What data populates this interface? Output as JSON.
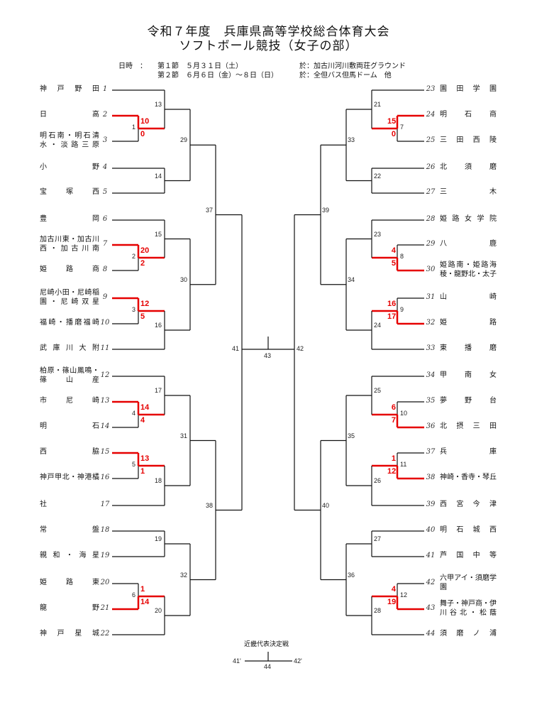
{
  "header": {
    "title1": "令和７年度　兵庫県高等学校総合体育大会",
    "title2": "ソフトボール競技（女子の部）"
  },
  "schedule": {
    "label": "日時　：",
    "row1_day": "第１節　５月３１日（土）",
    "row1_venue": "於：加古川河川敷両荘グラウンド",
    "row2_day": "第２節　６月６日（金）～８日（日）",
    "row2_venue": "於：全但バス但馬ドーム　他"
  },
  "left_teams": [
    {
      "seed": "1",
      "name": "神戸野田"
    },
    {
      "seed": "2",
      "name": "日高"
    },
    {
      "seed": "3",
      "line1": "明石南・明石清",
      "line2": "水・淡路三原"
    },
    {
      "seed": "4",
      "name": "小野"
    },
    {
      "seed": "5",
      "name": "宝塚西"
    },
    {
      "seed": "6",
      "name": "豊岡"
    },
    {
      "seed": "7",
      "line1": "加古川東・加古川",
      "line2": "西・加古川南"
    },
    {
      "seed": "8",
      "name": "姫路商"
    },
    {
      "seed": "9",
      "line1": "尼崎小田・尼崎稲",
      "line2": "園・尼崎双星"
    },
    {
      "seed": "10",
      "name": "福崎・播磨福崎"
    },
    {
      "seed": "11",
      "name": "武庫川大附"
    },
    {
      "seed": "12",
      "line1": "柏原・篠山鳳鳴・",
      "line2": "篠山産"
    },
    {
      "seed": "13",
      "name": "市尼崎"
    },
    {
      "seed": "14",
      "name": "明石"
    },
    {
      "seed": "15",
      "name": "西脇"
    },
    {
      "seed": "16",
      "name": "神戸甲北・神港橘"
    },
    {
      "seed": "17",
      "name": "社"
    },
    {
      "seed": "18",
      "name": "常盤"
    },
    {
      "seed": "19",
      "name": "親和・海星"
    },
    {
      "seed": "20",
      "name": "姫路東"
    },
    {
      "seed": "21",
      "name": "龍野"
    },
    {
      "seed": "22",
      "name": "神戸星城"
    }
  ],
  "right_teams": [
    {
      "seed": "23",
      "name": "園田学園"
    },
    {
      "seed": "24",
      "name": "明石商"
    },
    {
      "seed": "25",
      "name": "三田西陵"
    },
    {
      "seed": "26",
      "name": "北須磨"
    },
    {
      "seed": "27",
      "name": "三木"
    },
    {
      "seed": "28",
      "name": "姫路女学院"
    },
    {
      "seed": "29",
      "name": "八鹿"
    },
    {
      "seed": "30",
      "line1": "姫路南・姫路海",
      "line2": "稜・龍野北・太子"
    },
    {
      "seed": "31",
      "name": "山崎"
    },
    {
      "seed": "32",
      "name": "姫路"
    },
    {
      "seed": "33",
      "name": "東播磨"
    },
    {
      "seed": "34",
      "name": "甲南女"
    },
    {
      "seed": "35",
      "name": "夢野台"
    },
    {
      "seed": "36",
      "name": "北摂三田"
    },
    {
      "seed": "37",
      "name": "兵庫"
    },
    {
      "seed": "38",
      "name": "神崎・香寺・琴丘"
    },
    {
      "seed": "39",
      "name": "西宮今津"
    },
    {
      "seed": "40",
      "name": "明石城西"
    },
    {
      "seed": "41",
      "name": "芦国中等"
    },
    {
      "seed": "42",
      "line1": "六甲アイ・須磨学",
      "line2": "園"
    },
    {
      "seed": "43",
      "line1": "舞子・神戸商・伊",
      "line2": "川谷北・松蔭"
    },
    {
      "seed": "44",
      "name": "須磨ノ浦"
    }
  ],
  "match_numbers": {
    "m1": "1",
    "m2": "2",
    "m3": "3",
    "m4": "4",
    "m5": "5",
    "m6": "6",
    "m7": "7",
    "m8": "8",
    "m9": "9",
    "m10": "10",
    "m11": "11",
    "m12": "12",
    "m13": "13",
    "m14": "14",
    "m15": "15",
    "m16": "16",
    "m17": "17",
    "m18": "18",
    "m19": "19",
    "m20": "20",
    "m21": "21",
    "m22": "22",
    "m23": "23",
    "m24": "24",
    "m25": "25",
    "m26": "26",
    "m27": "27",
    "m28": "28",
    "m29": "29",
    "m30": "30",
    "m31": "31",
    "m32": "32",
    "m33": "33",
    "m34": "34",
    "m35": "35",
    "m36": "36",
    "m37": "37",
    "m38": "38",
    "m39": "39",
    "m40": "40",
    "m41": "41",
    "m42": "42",
    "m43": "43"
  },
  "scores": {
    "s1_top": "10",
    "s1_bottom": "0",
    "s2_top": "20",
    "s2_bottom": "2",
    "s3_top": "12",
    "s3_bottom": "5",
    "s4_top": "14",
    "s4_bottom": "4",
    "s5_top": "13",
    "s5_bottom": "1",
    "s6_top": "1",
    "s6_bottom": "14",
    "s7_top": "15",
    "s7_bottom": "0",
    "s8_top": "4",
    "s8_bottom": "5",
    "s9_top": "16",
    "s9_bottom": "17",
    "s10_top": "6",
    "s10_bottom": "7",
    "s11_top": "1",
    "s11_bottom": "12",
    "s12_top": "4",
    "s12_bottom": "19"
  },
  "kinki": {
    "label": "近畿代表決定戦",
    "left": "41'",
    "right": "42'",
    "number": "44"
  },
  "colors": {
    "win_line": "#e60000",
    "line": "#111111"
  }
}
